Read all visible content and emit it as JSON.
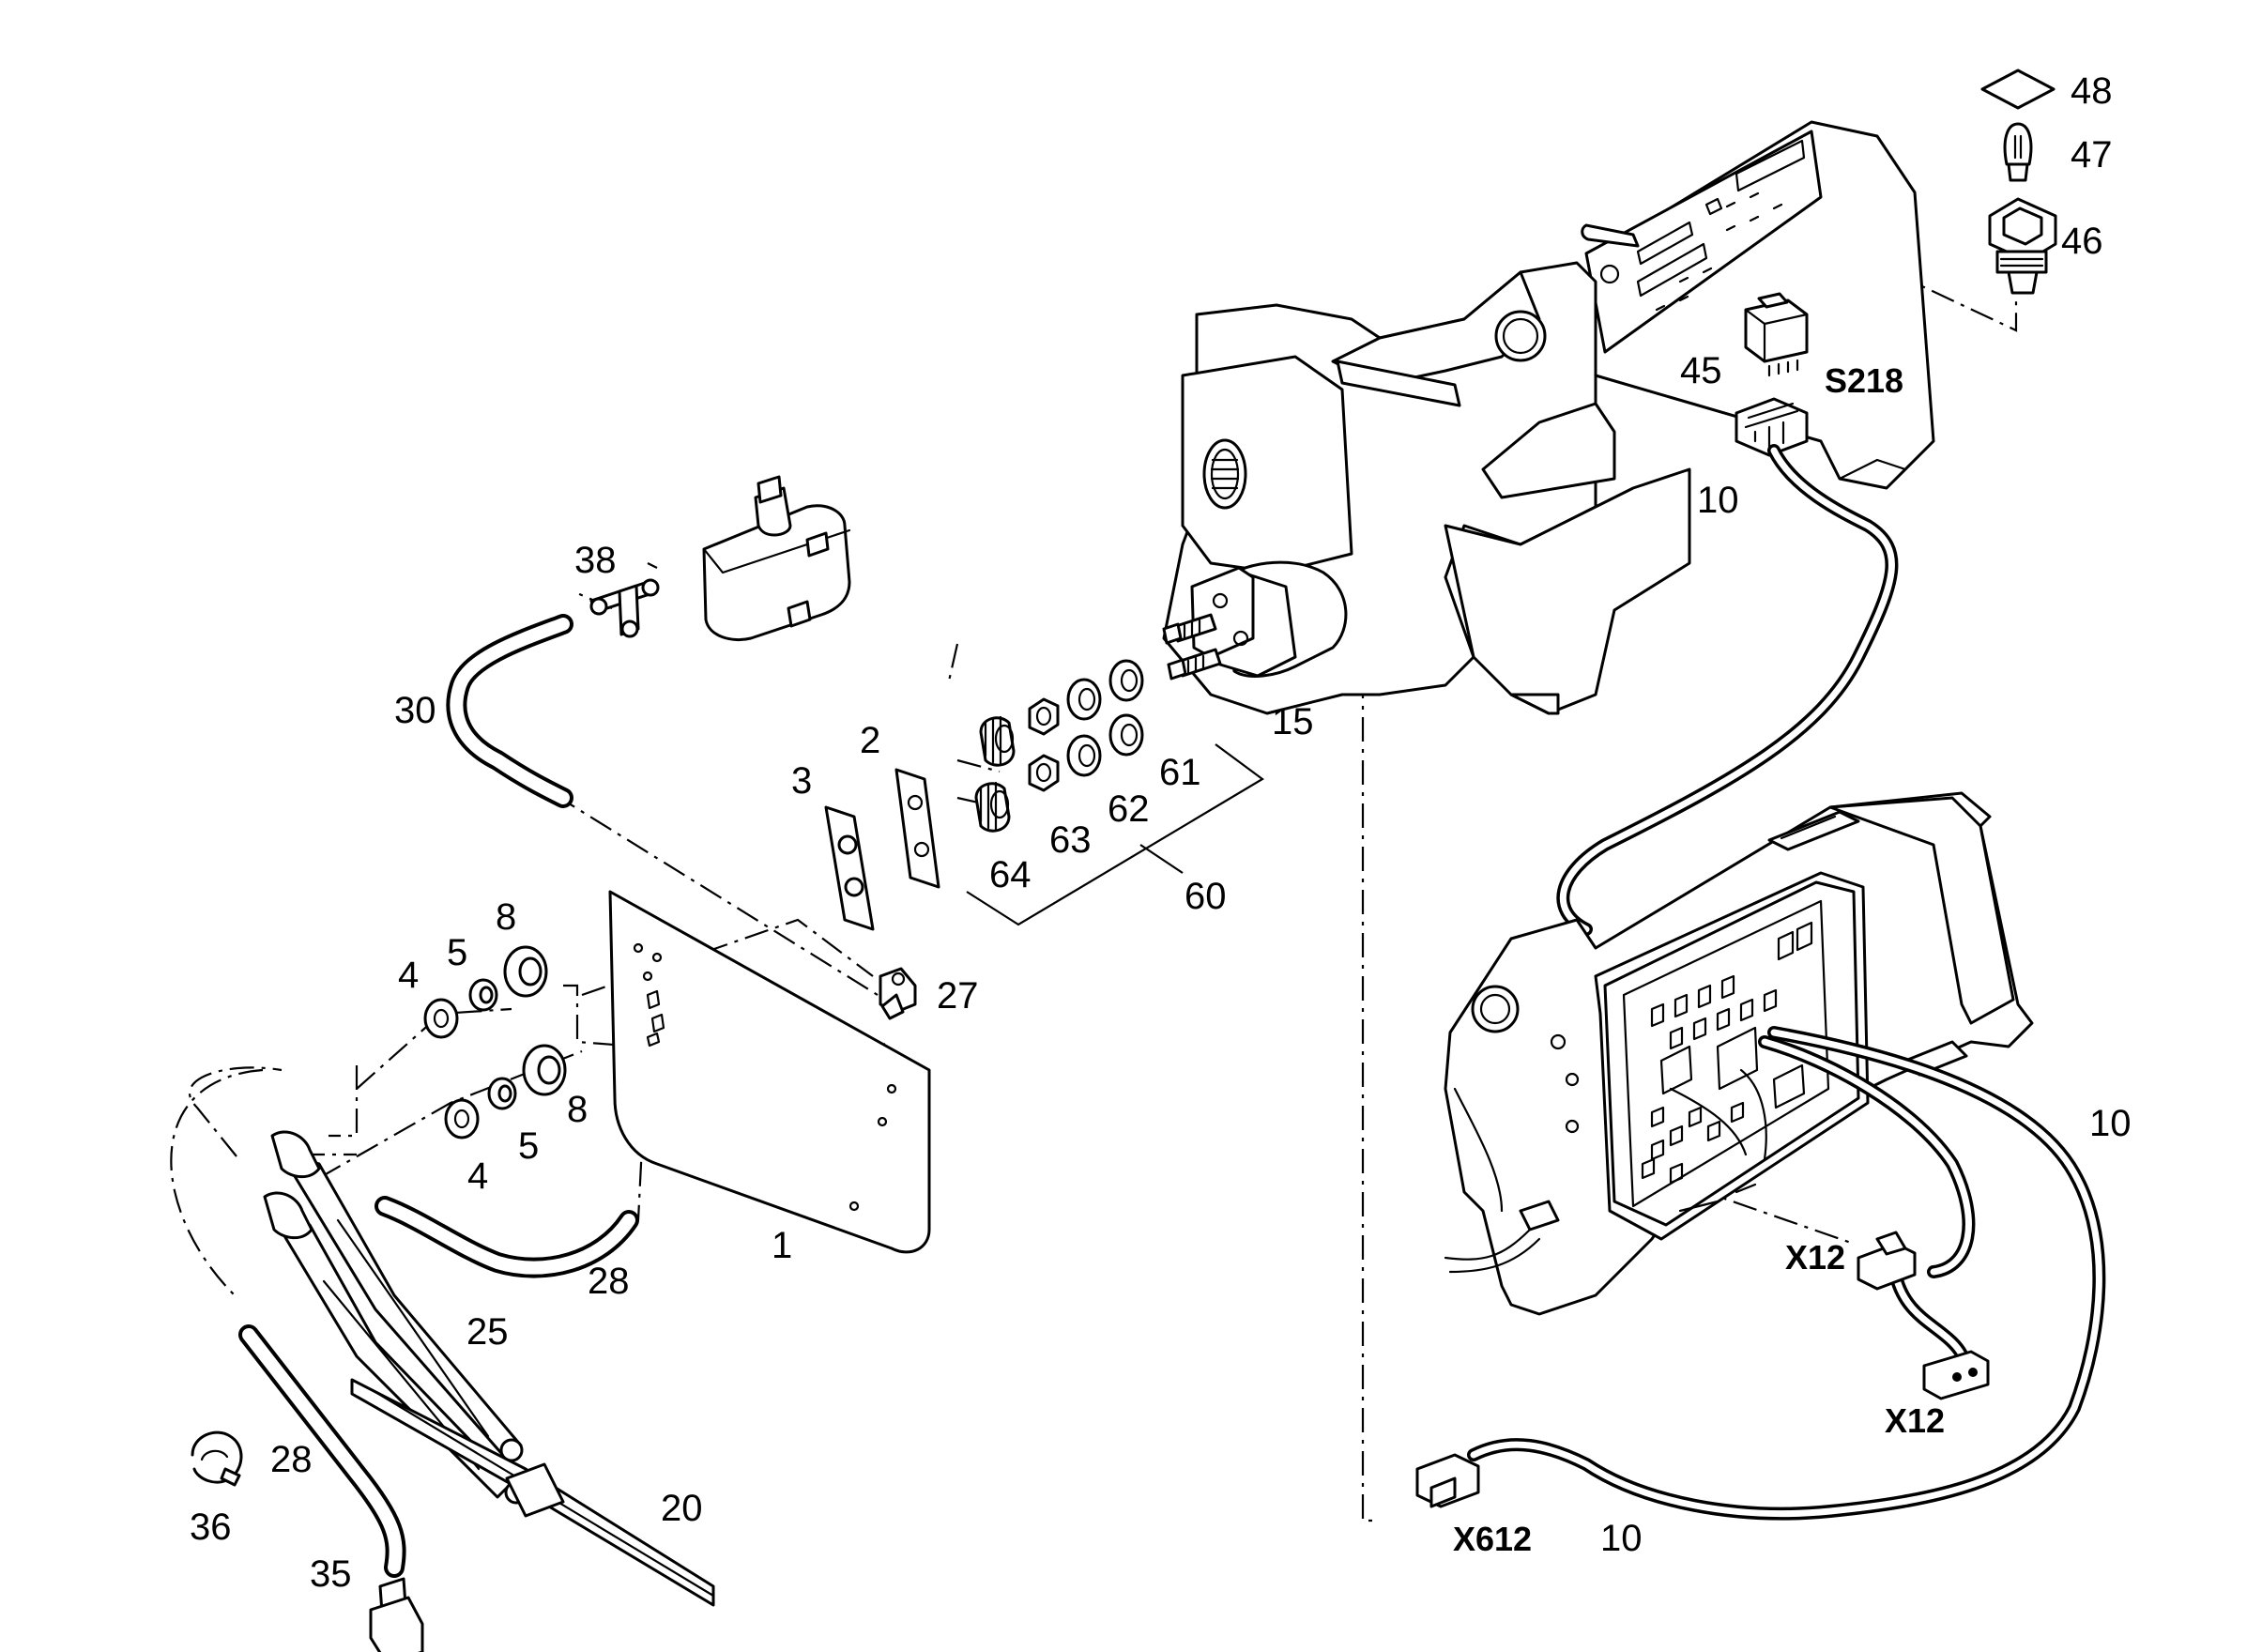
{
  "labels": {
    "l48": "48",
    "l47": "47",
    "l46": "46",
    "l45": "45",
    "ls218": "S218",
    "l10a": "10",
    "l38": "38",
    "l30": "30",
    "l15": "15",
    "l2": "2",
    "l3": "3",
    "l61": "61",
    "l62": "62",
    "l63": "63",
    "l64": "64",
    "l60": "60",
    "l8a": "8",
    "l5a": "5",
    "l4a": "4",
    "l27": "27",
    "l8b": "8",
    "l5b": "5",
    "l4b": "4",
    "l1": "1",
    "l28a": "28",
    "l25": "25",
    "l28b": "28",
    "l20": "20",
    "l36": "36",
    "l35": "35",
    "lx12a": "X12",
    "lx12b": "X12",
    "l10b": "10",
    "lx612": "X612",
    "l10c": "10"
  },
  "colors": {
    "line": "#000000",
    "background": "#ffffff"
  }
}
